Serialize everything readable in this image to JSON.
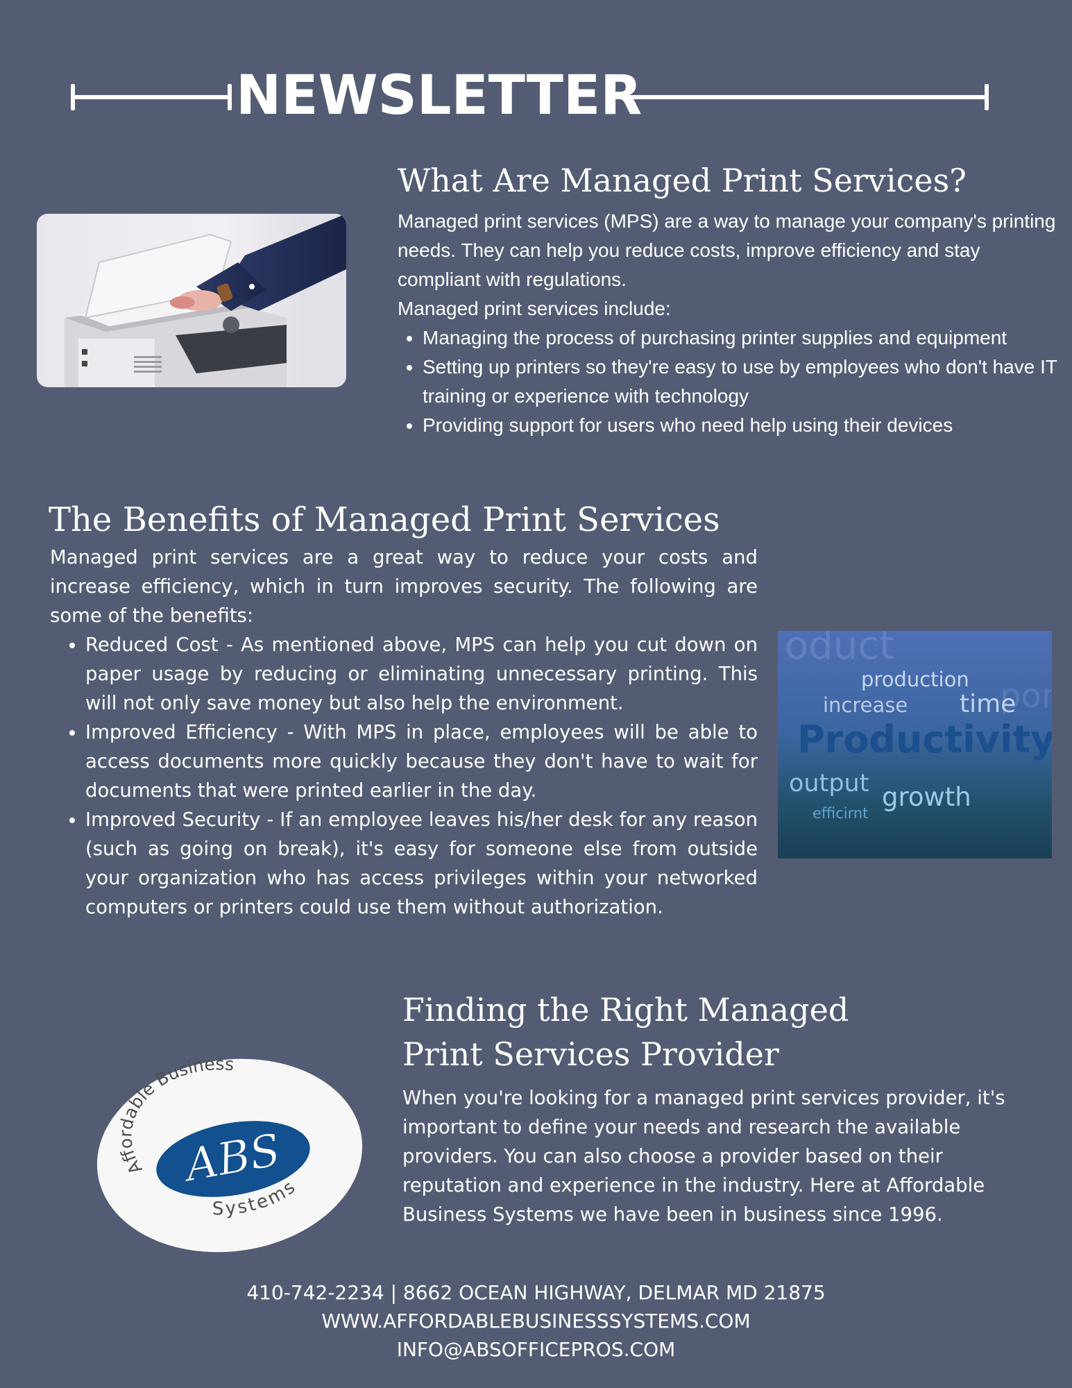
{
  "header": {
    "title": "NEWSLETTER"
  },
  "section1": {
    "title": "What Are Managed Print Services?",
    "intro": "Managed print services (MPS) are a way to manage your company's printing needs. They can help you reduce costs, improve efficiency and stay compliant with regulations.",
    "lead": "Managed print services include:",
    "items": [
      "Managing the process of purchasing printer supplies and equipment",
      "Setting up printers so they're easy to use by employees who don't have IT training or experience with technology",
      "Providing support for users who need help using their devices"
    ]
  },
  "section2": {
    "title": "The Benefits of Managed Print Services",
    "intro": "Managed print services are a great way to reduce your costs and increase efficiency, which in turn improves security. The following are some of the benefits:",
    "items": [
      "Reduced Cost - As mentioned above, MPS can help you cut down on paper usage by reducing or eliminating unnecessary printing. This will not only save money but also help the environment.",
      "Improved Efficiency - With MPS in place, employees will be able to access documents more quickly because they don't have to wait for documents that were printed earlier in the day.",
      "Improved Security - If an employee leaves his/her desk for any reason (such as going on break), it's easy for someone else from outside your organization who has access privileges within your networked computers or printers could use them without authorization."
    ],
    "image_words": {
      "production": "production",
      "increase": "increase",
      "time": "time",
      "productivity": "Productivity",
      "output": "output",
      "growth": "growth",
      "efficirnt": "efficirnt"
    }
  },
  "section3": {
    "title": "Finding the Right Managed Print Services Provider",
    "body": "When you're looking for a managed print services provider, it's important to define your needs and research the available providers. You can also choose a provider based on their reputation and experience in the industry. Here at Affordable Business Systems we have been in business since 1996.",
    "logo": {
      "arc_top": "Affordable Business",
      "mark": "ABS",
      "arc_bottom": "Systems"
    }
  },
  "footer": {
    "line1": "410-742-2234  | 8662 OCEAN HIGHWAY, DELMAR MD 21875",
    "line2": "WWW.AFFORDABLEBUSINESSSYSTEMS.COM",
    "line3": "INFO@ABSOFFICEPROS.COM"
  },
  "colors": {
    "background": "#545c74",
    "text": "#ffffff",
    "logo_blue": "#12508f"
  }
}
